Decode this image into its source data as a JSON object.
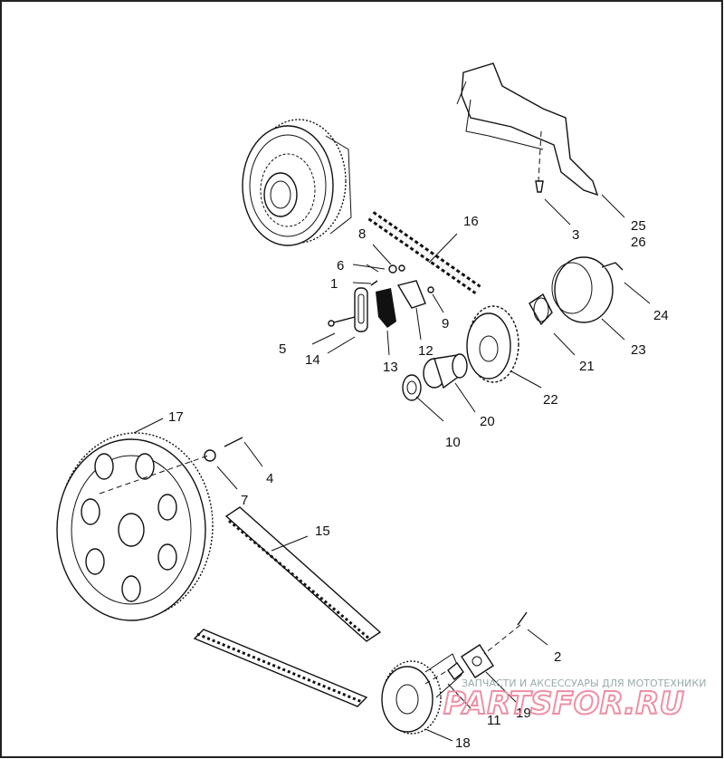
{
  "callouts": [
    "1",
    "2",
    "3",
    "4",
    "5",
    "6",
    "7",
    "8",
    "9",
    "10",
    "11",
    "12",
    "13",
    "14",
    "15",
    "16",
    "17",
    "18",
    "19",
    "20",
    "21",
    "22",
    "23",
    "24",
    "25",
    "26"
  ],
  "watermark": {
    "caption": "ЗАПЧАСТИ И АКСЕССУАРЫ ДЛЯ МОТОТЕХНИКИ",
    "logo": "PARTSFOR.RU",
    "color": "#ef8fa4"
  }
}
